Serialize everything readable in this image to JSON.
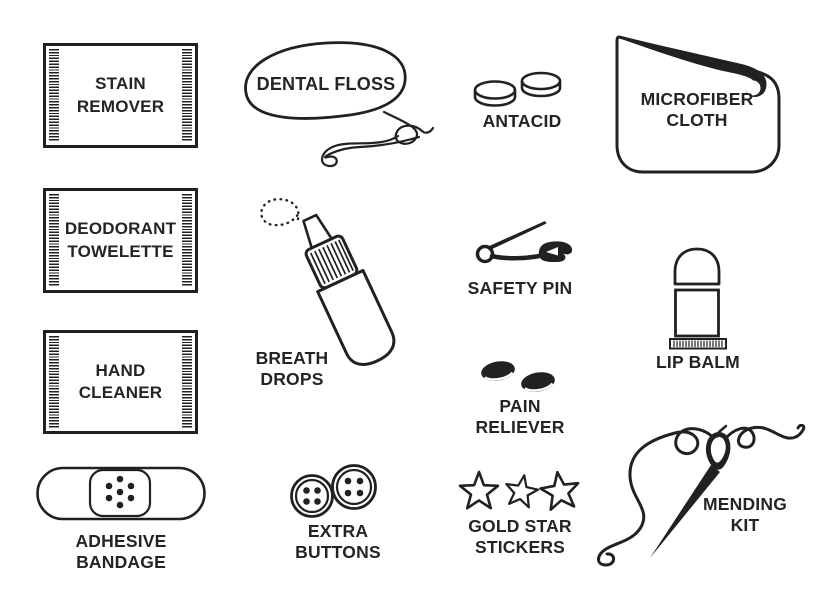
{
  "canvas": {
    "background": "#ffffff",
    "ink": "#212121"
  },
  "items": {
    "stain_remover": {
      "label": "STAIN\nREMOVER",
      "icon": "towelette-packet-icon"
    },
    "dental_floss": {
      "label": "DENTAL FLOSS",
      "icon": "floss-strand-icon"
    },
    "antacid": {
      "label": "ANTACID",
      "icon": "tablets-icon"
    },
    "microfiber_cloth": {
      "label": "MICROFIBER\nCLOTH",
      "icon": "folded-cloth-icon"
    },
    "deodorant_towelette": {
      "label": "DEODORANT\nTOWELETTE",
      "icon": "towelette-packet-icon"
    },
    "breath_drops": {
      "label": "BREATH\nDROPS",
      "icon": "dropper-bottle-icon"
    },
    "safety_pin": {
      "label": "SAFETY PIN",
      "icon": "safety-pin-icon"
    },
    "lip_balm": {
      "label": "LIP BALM",
      "icon": "lip-balm-tube-icon"
    },
    "hand_cleaner": {
      "label": "HAND\nCLEANER",
      "icon": "towelette-packet-icon"
    },
    "pain_reliever": {
      "label": "PAIN RELIEVER",
      "icon": "pills-icon"
    },
    "adhesive_bandage": {
      "label": "ADHESIVE BANDAGE",
      "icon": "bandage-icon"
    },
    "extra_buttons": {
      "label": "EXTRA BUTTONS",
      "icon": "buttons-icon"
    },
    "gold_star_stickers": {
      "label": "GOLD STAR\nSTICKERS",
      "icon": "stars-icon"
    },
    "mending_kit": {
      "label": "MENDING\nKIT",
      "icon": "needle-thread-icon"
    }
  }
}
